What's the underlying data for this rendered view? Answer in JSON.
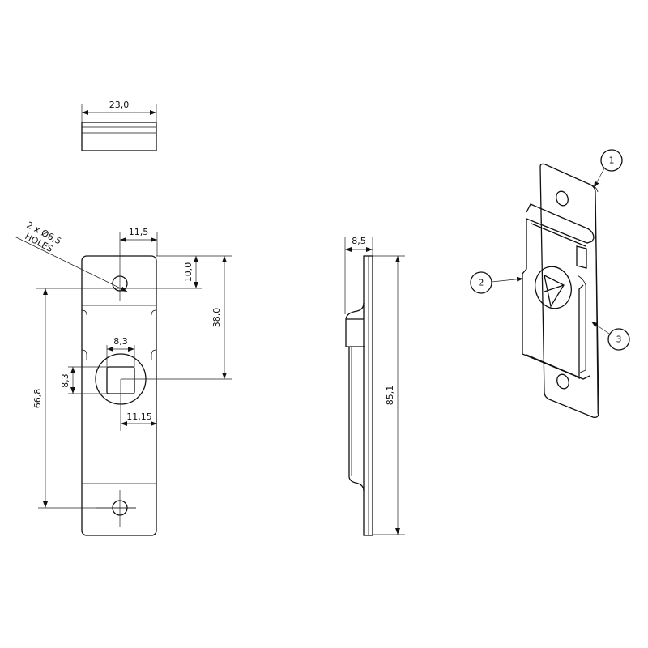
{
  "top_view": {
    "width_dim": "23,0"
  },
  "front_view": {
    "hole_note_line1": "2 x Ø6,5",
    "hole_note_line2": "HOLES",
    "dim_hole_offset_x": "11,5",
    "dim_hole_offset_y": "10,0",
    "dim_center_y": "38,0",
    "dim_hole_spacing": "66,8",
    "dim_square_width": "8,3",
    "dim_square_height": "8,3",
    "dim_center_x": "11,15"
  },
  "side_view": {
    "depth_dim": "8,5",
    "length_dim": "85,1"
  },
  "iso_view": {
    "balloons": [
      "1",
      "2",
      "3"
    ]
  }
}
